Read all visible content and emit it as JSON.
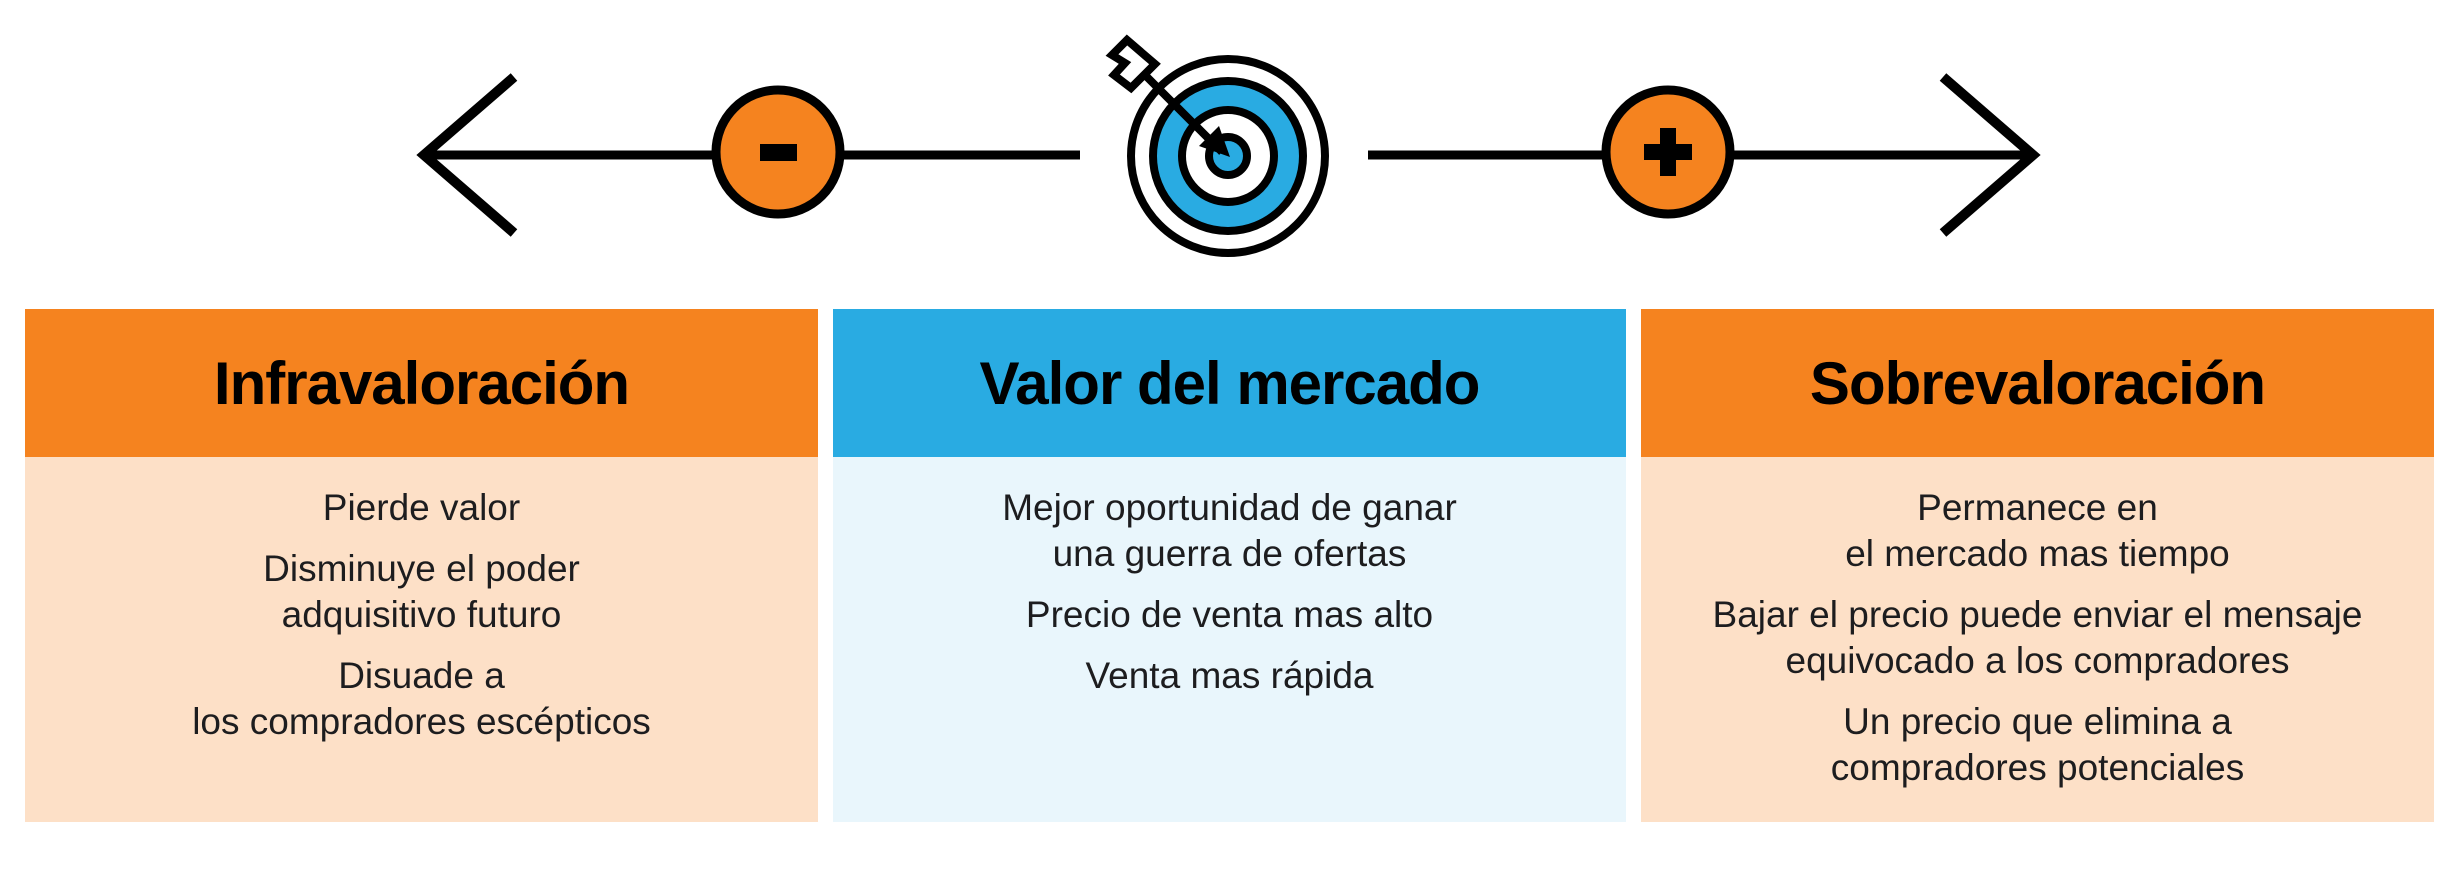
{
  "palette": {
    "orange": "#F5831F",
    "blue": "#29ABE2",
    "light_orange": "#FDE0C7",
    "light_blue": "#E9F6FC",
    "line_black": "#000000",
    "text_dark": "#1D1D1F",
    "background": "#FFFFFF"
  },
  "top_arrow": {
    "icons": [
      "left-arrowhead-icon",
      "minus-icon",
      "bullseye-target-icon",
      "plus-icon",
      "right-arrowhead-icon"
    ],
    "minus_label": "-",
    "plus_label": "+"
  },
  "columns": [
    {
      "title": "Infravaloración",
      "items": [
        {
          "lines": [
            "Pierde valor"
          ]
        },
        {
          "lines": [
            "Disminuye el poder",
            "adquisitivo futuro"
          ]
        },
        {
          "lines": [
            "Disuade a",
            "los compradores escépticos"
          ]
        }
      ]
    },
    {
      "title": "Valor del mercado",
      "items": [
        {
          "lines": [
            "Mejor oportunidad de ganar",
            "una guerra de ofertas"
          ]
        },
        {
          "lines": [
            "Precio de venta mas alto"
          ]
        },
        {
          "lines": [
            "Venta mas rápida"
          ]
        }
      ]
    },
    {
      "title": "Sobrevaloración",
      "items": [
        {
          "lines": [
            "Permanece en",
            "el mercado mas tiempo"
          ]
        },
        {
          "lines": [
            "Bajar el precio puede enviar el mensaje",
            "equivocado a los compradores"
          ]
        },
        {
          "lines": [
            "Un precio que elimina a",
            "compradores potenciales"
          ]
        }
      ]
    }
  ]
}
